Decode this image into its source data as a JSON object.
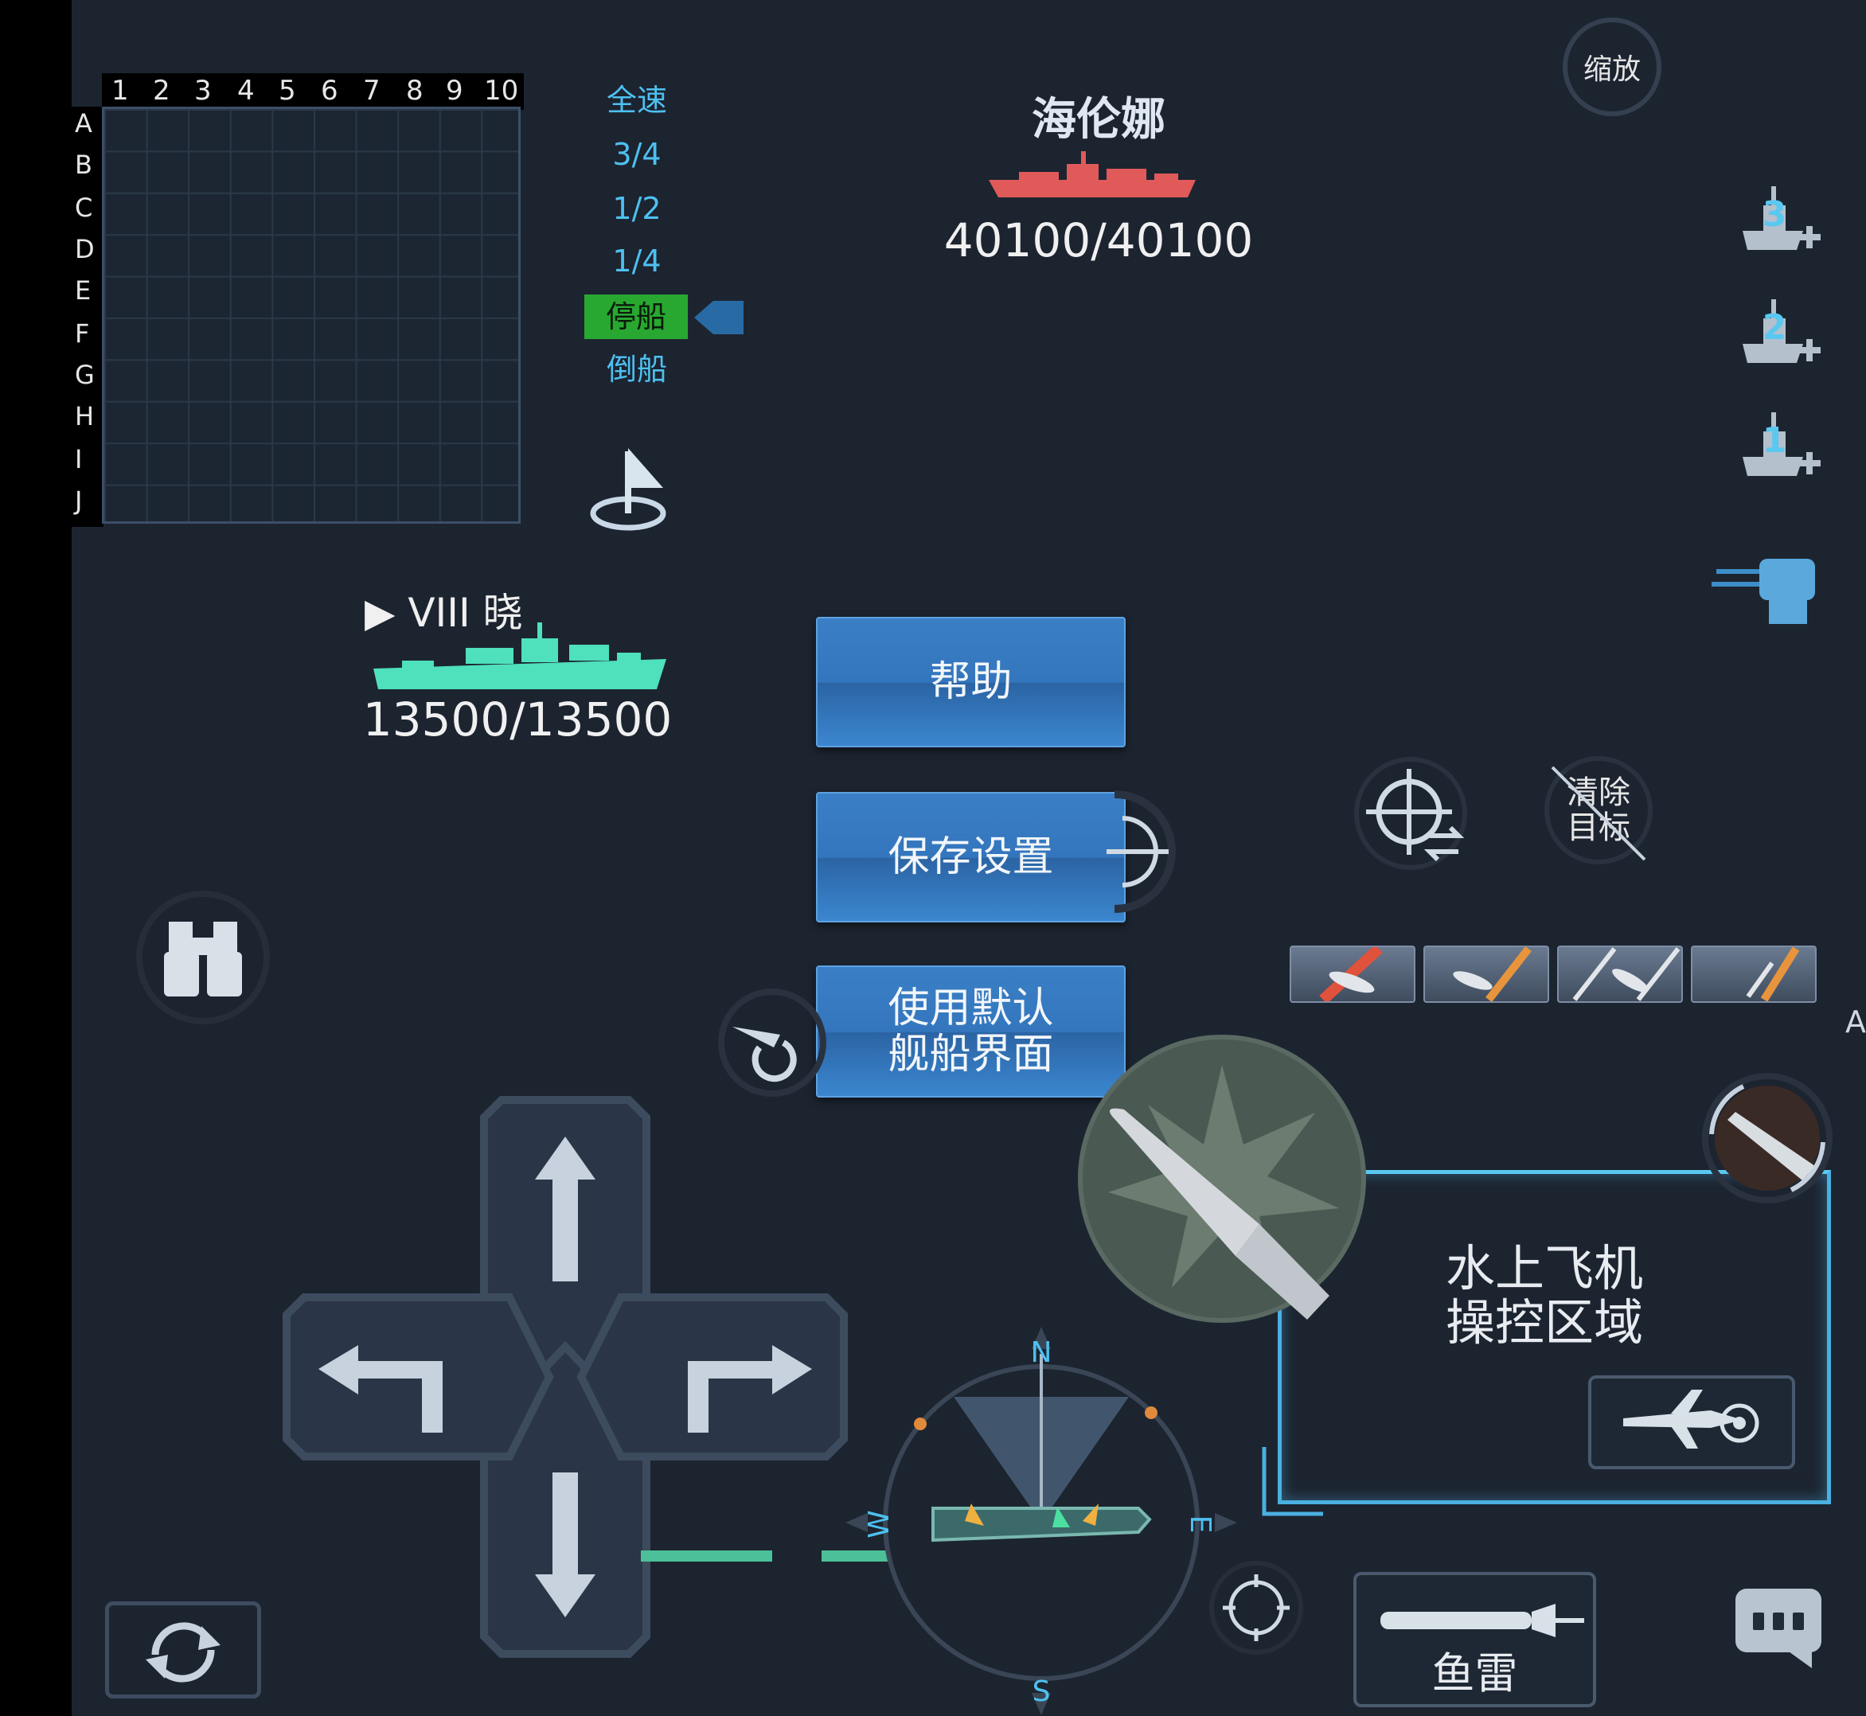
{
  "minimap": {
    "columns": [
      "1",
      "2",
      "3",
      "4",
      "5",
      "6",
      "7",
      "8",
      "9",
      "10"
    ],
    "rows": [
      "A",
      "B",
      "C",
      "D",
      "E",
      "F",
      "G",
      "H",
      "I",
      "J"
    ]
  },
  "speed": {
    "options": [
      "全速",
      "3/4",
      "1/2",
      "1/4",
      "停船",
      "倒船"
    ],
    "active_index": 4
  },
  "target_ship": {
    "name": "海伦娜",
    "hp": "40100/40100"
  },
  "player_ship": {
    "tier_name": "▶ VIII  晓",
    "hp": "13500/13500"
  },
  "menu": {
    "help": "帮助",
    "save_settings": "保存设置",
    "default_ui": "使用默认\n舰船界面"
  },
  "zoom_label": "缩放",
  "clear_target": "清除\n目标",
  "fleet_slots": [
    "3",
    "2",
    "1"
  ],
  "seaplane_area_label": "水上飞机\n操控区域",
  "torpedo_label": "鱼雷",
  "compass": {
    "n": "N",
    "s": "S",
    "e": "E",
    "w": "W"
  },
  "edge_letter": "A",
  "colors": {
    "background": "#1c2430",
    "speed_text": "#4ec0f0",
    "speed_active": "#28a830",
    "enemy": "#e05a5a",
    "friendly": "#4fe0bc",
    "menu_button": "#3578bf",
    "seaplane_border": "#4ab0e0"
  },
  "icons": {
    "binoculars": "binoculars-icon",
    "waypoint": "flag-icon",
    "camera_rotate": "rotate-icon",
    "reload": "refresh-icon",
    "lock_target": "crosshair-swap-icon",
    "aim": "crosshair-icon",
    "fire": "shell-fire-icon",
    "chat": "chat-icon"
  }
}
